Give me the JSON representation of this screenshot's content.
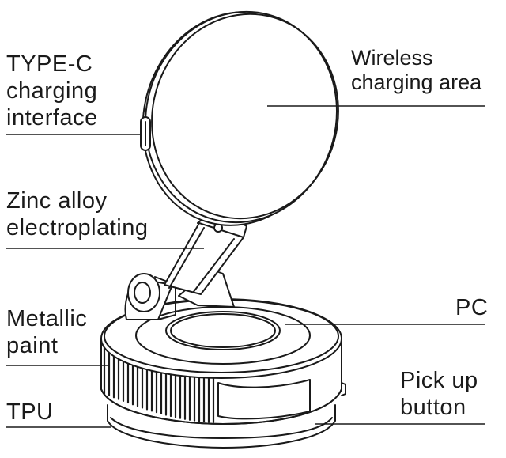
{
  "labels": {
    "type_c": [
      "TYPE-C",
      "charging",
      "interface"
    ],
    "zinc_alloy": [
      "Zinc alloy",
      "electroplating"
    ],
    "metallic_paint": [
      "Metallic",
      "paint"
    ],
    "tpu": [
      "TPU"
    ],
    "wireless": [
      "Wireless",
      "charging area"
    ],
    "pc": [
      "PC"
    ],
    "pick_up": [
      "Pick up",
      "button"
    ]
  },
  "colors": {
    "ink": "#1a1a1a",
    "background": "#ffffff"
  }
}
